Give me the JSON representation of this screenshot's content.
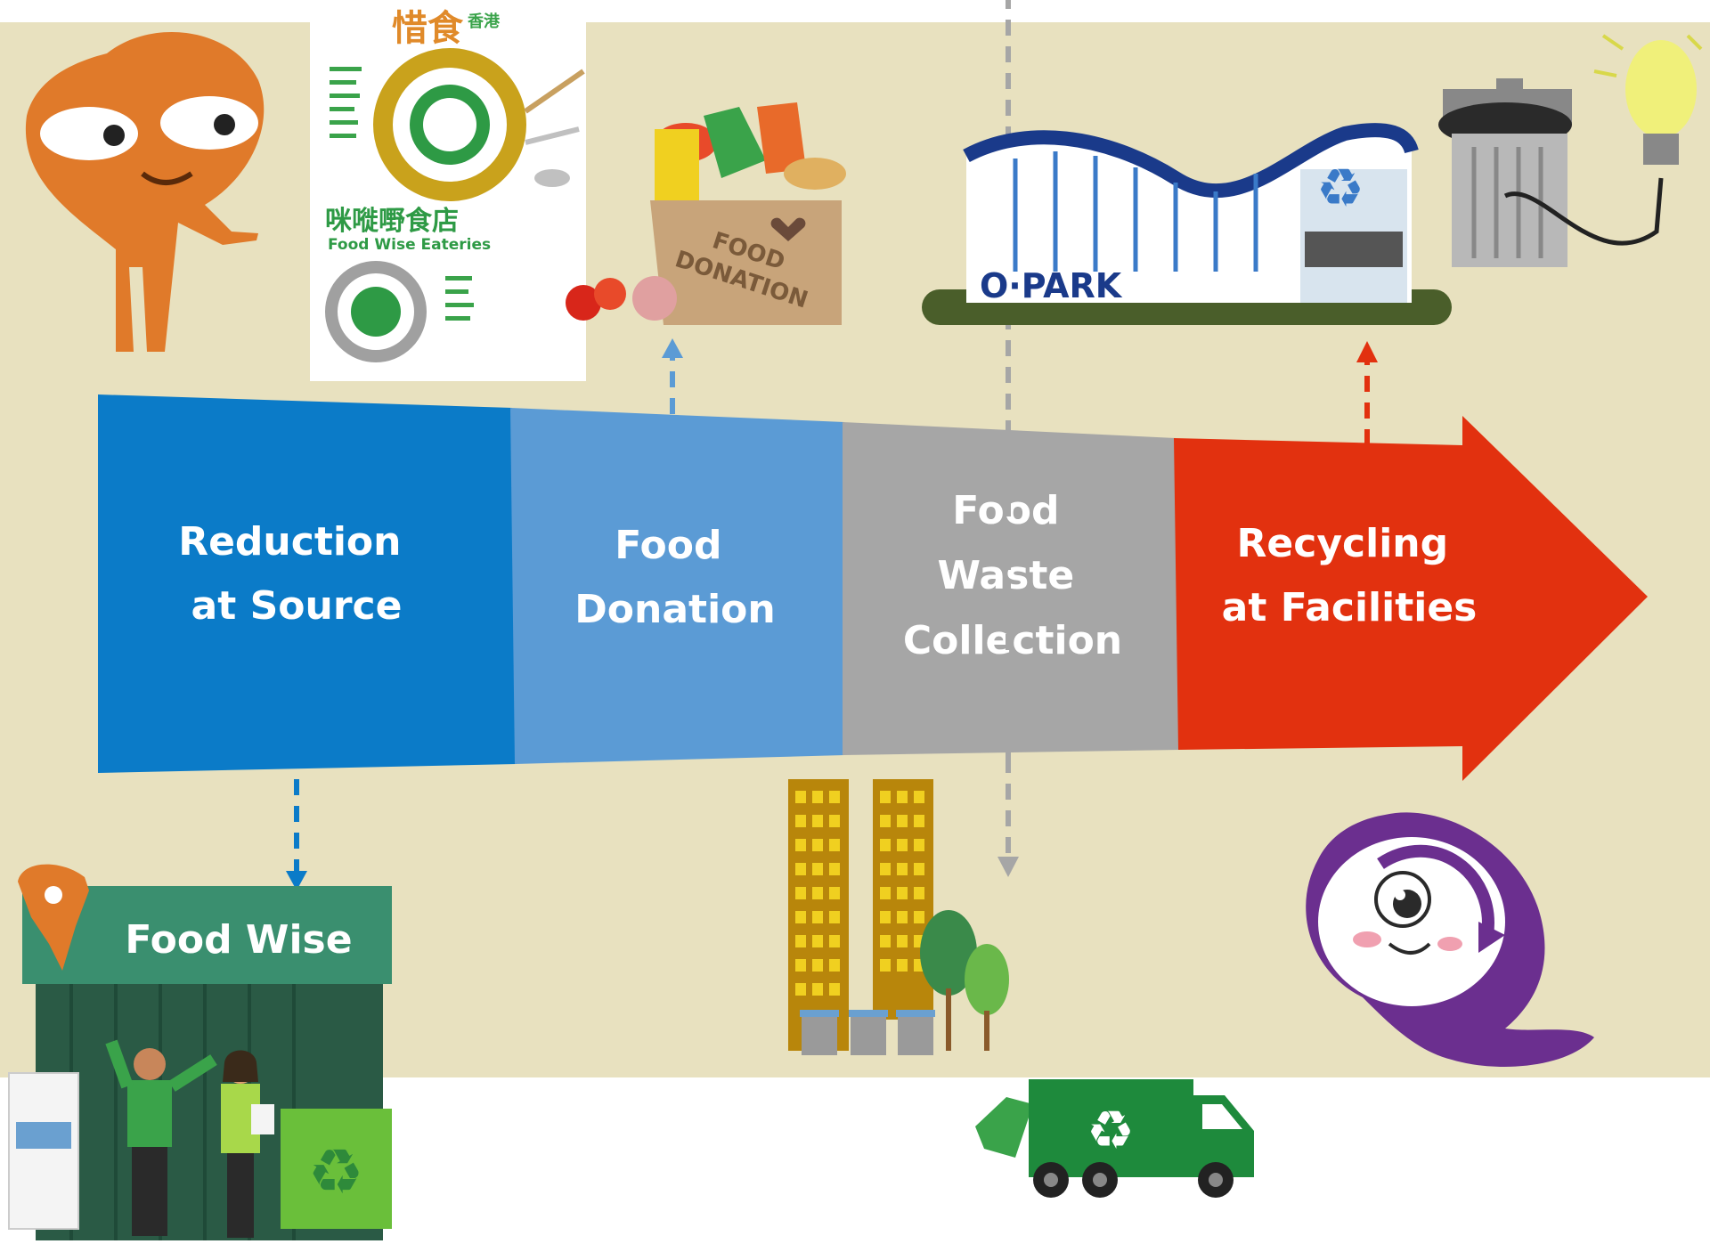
{
  "stages": [
    {
      "id": "reduction",
      "lines": [
        "Reduction",
        "at Source"
      ],
      "color": "#0b7bc8"
    },
    {
      "id": "donation",
      "lines": [
        "Food",
        "Donation"
      ],
      "color": "#5b9bd5"
    },
    {
      "id": "collection",
      "lines": [
        "Food",
        "Waste",
        "Collection"
      ],
      "color": "#a6a6a6"
    },
    {
      "id": "recycling",
      "lines": [
        "Recycling",
        "at Facilities"
      ],
      "color": "#e2310f"
    }
  ],
  "callouts": {
    "food_wise_sign": "Food Wise",
    "opark_label": "O·PARK",
    "donation_box": [
      "FOOD",
      "DONATION"
    ],
    "poster_title_cn": "惜食",
    "poster_title_cn_small": "香港",
    "poster_sub_cn": "咪嘥嘢食店",
    "poster_sub_en": "Food Wise Eateries"
  },
  "colors": {
    "background": "#e8e1bf",
    "food_wise_green": "#3a8f6f",
    "truck_green": "#1e8a3c",
    "opark_dark_green": "#4a5e2a",
    "mascot_orange": "#e07a2a",
    "mascot_purple": "#6b2f8f"
  },
  "icons": [
    "orange-mascot-icon",
    "poster-icon",
    "donation-box-icon",
    "opark-building-icon",
    "bin-icon",
    "lightbulb-icon",
    "kiosk-icon",
    "buildings-icon",
    "trees-icon",
    "recycle-bins-icon",
    "truck-icon",
    "purple-mascot-icon",
    "recycle-icon"
  ]
}
